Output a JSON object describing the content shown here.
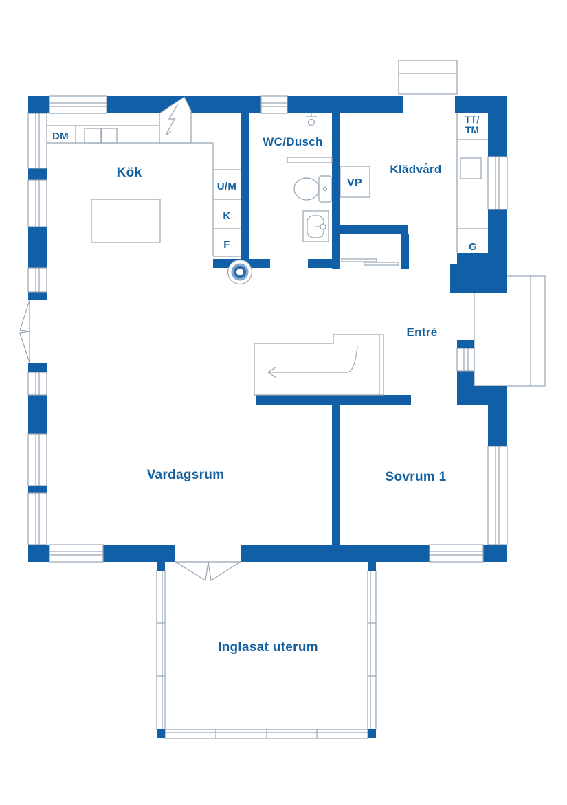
{
  "floorplan": {
    "type": "floor-plan",
    "language": "Swedish",
    "colors": {
      "wall": "#115fa6",
      "thin_line": "#97a3b4",
      "label_text": "#15619f",
      "background": "#ffffff",
      "drain_ring_light": "#7fa6cf",
      "drain_ring_dark": "#2f6ba6"
    },
    "rooms": {
      "kok": "Kök",
      "wc_dusch": "WC/Dusch",
      "kladvard": "Klädvård",
      "entre": "Entré",
      "vardagsrum": "Vardagsrum",
      "sovrum1": "Sovrum 1",
      "inglasat_uterum": "Inglasat uterum"
    },
    "fixtures": {
      "dm": "DM",
      "um": "U/M",
      "k": "K",
      "f": "F",
      "vp": "VP",
      "tt": "TT/",
      "tm": "TM",
      "g": "G"
    }
  }
}
